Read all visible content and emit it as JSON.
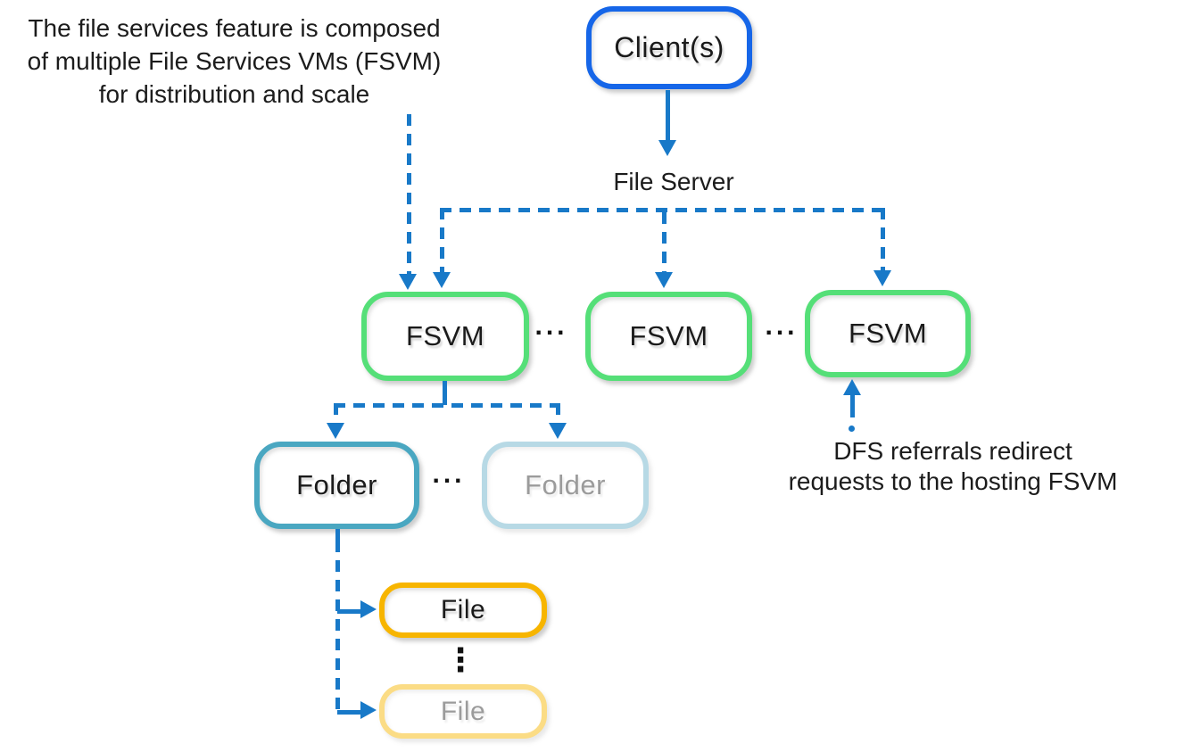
{
  "annotations": {
    "composed": {
      "line1": "The file services feature is composed",
      "line2": "of multiple File Services VMs (FSVM)",
      "line3": "for distribution and scale"
    },
    "dfs": {
      "line1": "DFS referrals redirect",
      "line2": "requests to the hosting FSVM"
    }
  },
  "labels": {
    "file_server": "File Server"
  },
  "nodes": {
    "client": "Client(s)",
    "fsvm_left": "FSVM",
    "fsvm_middle": "FSVM",
    "fsvm_right": "FSVM",
    "folder_primary": "Folder",
    "folder_secondary": "Folder",
    "file_primary": "File",
    "file_secondary": "File"
  },
  "ellipsis": {
    "between_fsvm_1": "...",
    "between_fsvm_2": "...",
    "between_folders": "...",
    "between_files": "⋮"
  },
  "colors": {
    "client_border": "#1666e8",
    "fsvm_border": "#55df78",
    "folder_border": "#4aa7c1",
    "folder_faded_border": "#b7d9e5",
    "file_border": "#f7b500",
    "file_faded_border": "#fbdc85",
    "connector": "#1879c8",
    "text": "#1a1a1a",
    "faded_text": "#9b9b9b"
  }
}
